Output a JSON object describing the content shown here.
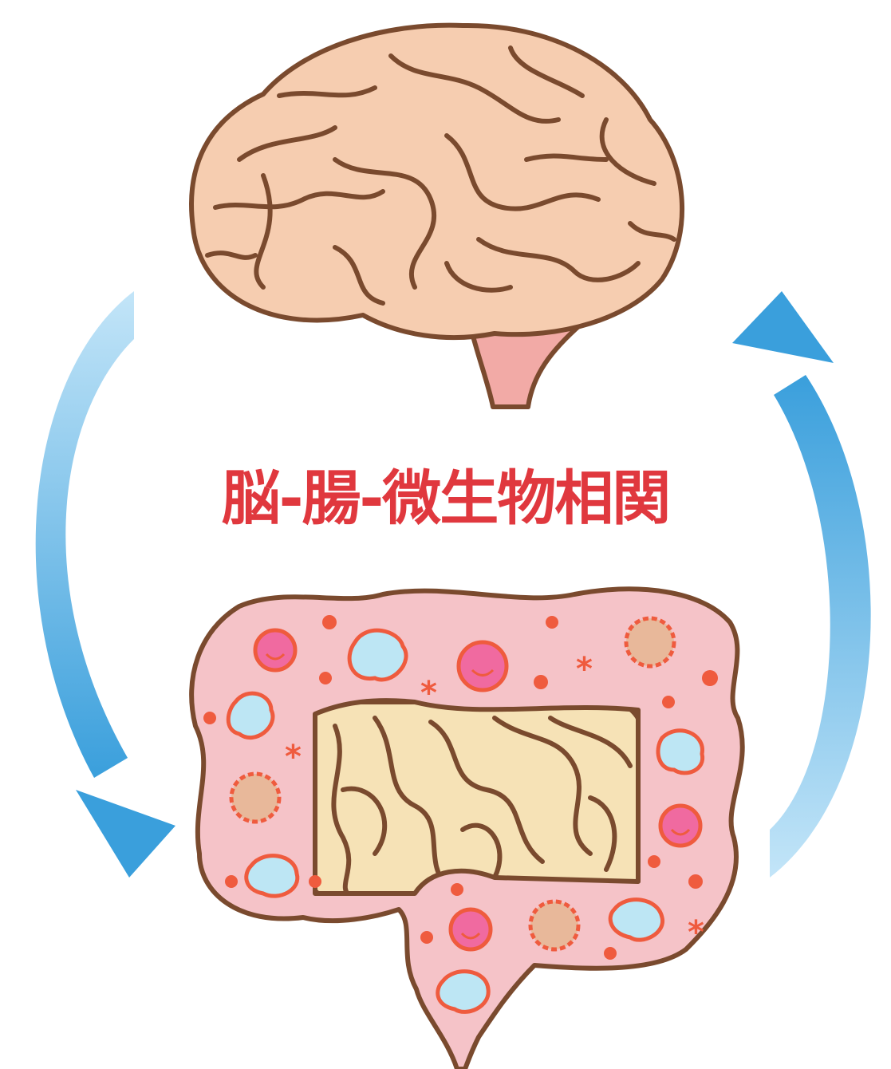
{
  "title": "脳-腸-微生物相関",
  "colors": {
    "title": "#e0383e",
    "outline": "#7a4a2e",
    "brain": "#f6cdb0",
    "brain_stem": "#f2aaa6",
    "colon": "#f5c3c8",
    "small_intestine": "#f6e2b6",
    "arrow_dark": "#3a9fdc",
    "arrow_light": "#bfe3f7",
    "microbe_orange": "#ef5b3e",
    "microbe_pink": "#f06aa0",
    "microbe_blue": "#bde6f4",
    "microbe_tan": "#e8b89a"
  },
  "arrows": [
    {
      "name": "left-arrow",
      "direction": "down",
      "meaning": "brain-to-gut"
    },
    {
      "name": "right-arrow",
      "direction": "up",
      "meaning": "gut-to-brain"
    }
  ]
}
